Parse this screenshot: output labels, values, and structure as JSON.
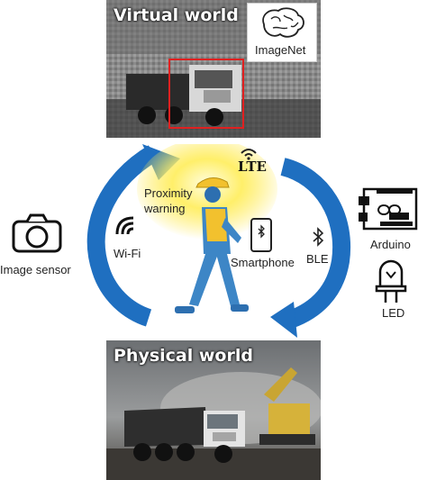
{
  "virtual_world": {
    "title": "Virtual world",
    "imagenet_label": "ImageNet",
    "icon": "brain-icon"
  },
  "physical_world": {
    "title": "Physical world"
  },
  "center": {
    "proximity_warning": "Proximity\nwarning",
    "lte_label": "LTE",
    "smartphone_label": "Smartphone",
    "ble_label": "BLE",
    "wifi_label": "Wi-Fi"
  },
  "left": {
    "image_sensor_label": "Image sensor",
    "icon": "camera-icon"
  },
  "right": {
    "arduino_label": "Arduino",
    "led_label": "LED",
    "arduino_icon": "arduino-board-icon",
    "led_icon": "led-icon"
  },
  "colors": {
    "arrow_blue": "#1f6fc0",
    "detection_box": "#e02020",
    "warning_glow": "#ffe84a",
    "vest_yellow": "#f2c12e",
    "worker_blue": "#3d86c6"
  }
}
